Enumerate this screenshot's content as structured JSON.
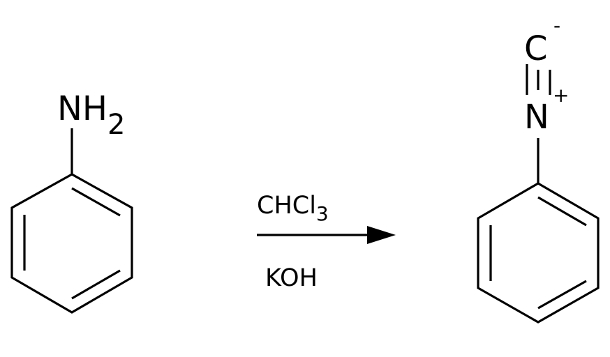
{
  "reactant": {
    "group_main": "NH",
    "group_sub": "2",
    "name": "aniline"
  },
  "reagents": {
    "above_main": "CHCl",
    "above_sub": "3",
    "below": "KOH"
  },
  "product": {
    "carbon": "C",
    "carbon_charge": "-",
    "nitrogen": "N",
    "nitrogen_charge": "+"
  },
  "colors": {
    "ink": "#000000",
    "background": "#ffffff"
  }
}
